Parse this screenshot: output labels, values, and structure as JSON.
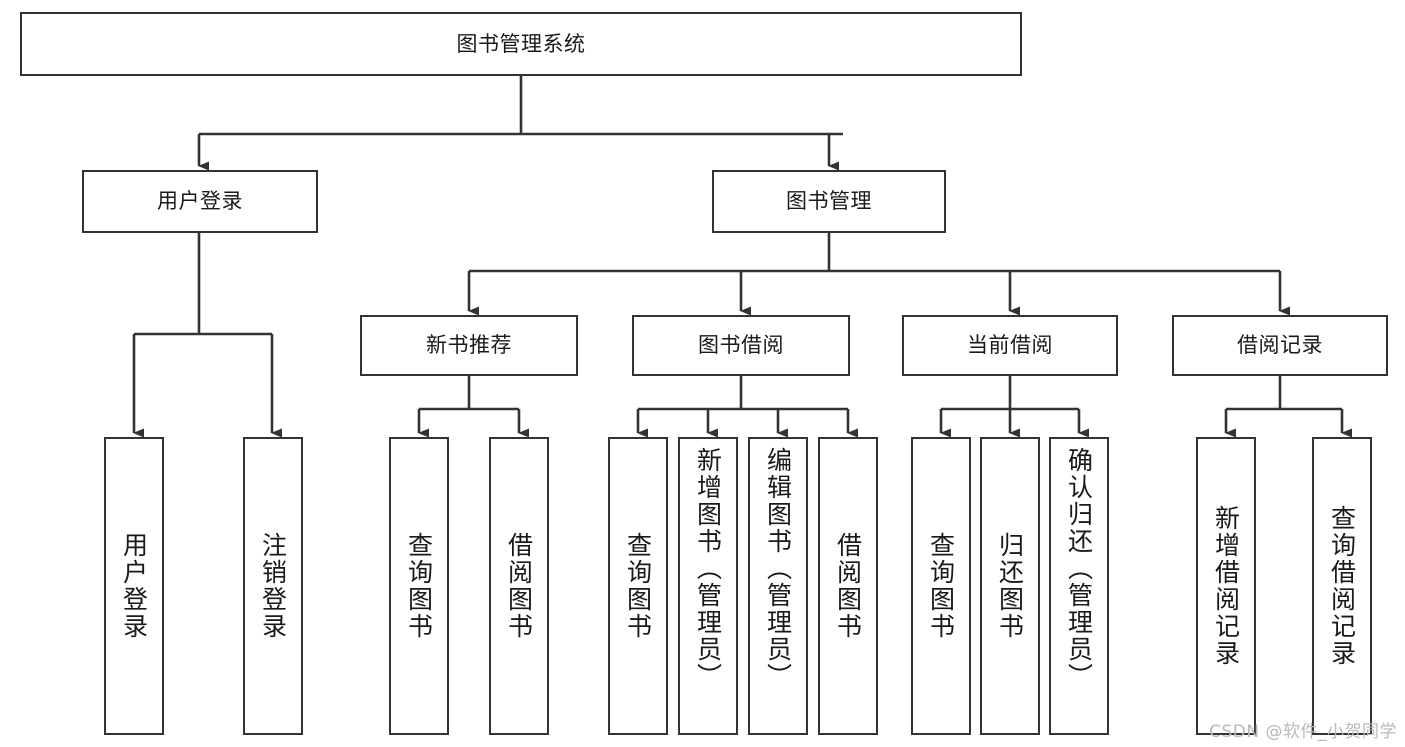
{
  "diagram": {
    "title": "图书管理系统",
    "type": "tree-hierarchy-diagram",
    "watermark": "CSDN @软件_小贺同学",
    "colors": {
      "box_border": "#333333",
      "box_fill": "#ffffff",
      "edge": "#333333",
      "text": "#1a1a1a",
      "watermark": "#b9b9b9"
    },
    "nodes": {
      "root": {
        "label": "图书管理系统",
        "level": 0
      },
      "user_login": {
        "label": "用户登录",
        "level": 1
      },
      "book_manage": {
        "label": "图书管理",
        "level": 1
      },
      "new_book_rec": {
        "label": "新书推荐",
        "level": 2
      },
      "book_borrow": {
        "label": "图书借阅",
        "level": 2
      },
      "current_borrow": {
        "label": "当前借阅",
        "level": 2
      },
      "borrow_record": {
        "label": "借阅记录",
        "level": 2
      },
      "leaf_user_login": {
        "label": "用户登录",
        "level": 2,
        "orientation": "vertical"
      },
      "leaf_logout": {
        "label": "注销登录",
        "level": 2,
        "orientation": "vertical"
      },
      "leaf_query_book_1": {
        "label": "查询图书",
        "level": 3,
        "orientation": "vertical"
      },
      "leaf_borrow_book_1": {
        "label": "借阅图书",
        "level": 3,
        "orientation": "vertical"
      },
      "leaf_query_book_2": {
        "label": "查询图书",
        "level": 3,
        "orientation": "vertical"
      },
      "leaf_add_book": {
        "label": "新增图书（管理员）",
        "level": 3,
        "orientation": "vertical"
      },
      "leaf_edit_book": {
        "label": "编辑图书（管理员）",
        "level": 3,
        "orientation": "vertical"
      },
      "leaf_borrow_book_2": {
        "label": "借阅图书",
        "level": 3,
        "orientation": "vertical"
      },
      "leaf_query_book_3": {
        "label": "查询图书",
        "level": 3,
        "orientation": "vertical"
      },
      "leaf_return_book": {
        "label": "归还图书",
        "level": 3,
        "orientation": "vertical"
      },
      "leaf_confirm_return": {
        "label": "确认归还（管理员）",
        "level": 3,
        "orientation": "vertical"
      },
      "leaf_add_record": {
        "label": "新增借阅记录",
        "level": 3,
        "orientation": "vertical"
      },
      "leaf_query_record": {
        "label": "查询借阅记录",
        "level": 3,
        "orientation": "vertical"
      }
    },
    "edges": [
      {
        "from": "root",
        "to": "user_login"
      },
      {
        "from": "root",
        "to": "book_manage"
      },
      {
        "from": "user_login",
        "to": "leaf_user_login"
      },
      {
        "from": "user_login",
        "to": "leaf_logout"
      },
      {
        "from": "book_manage",
        "to": "new_book_rec"
      },
      {
        "from": "book_manage",
        "to": "book_borrow"
      },
      {
        "from": "book_manage",
        "to": "current_borrow"
      },
      {
        "from": "book_manage",
        "to": "borrow_record"
      },
      {
        "from": "new_book_rec",
        "to": "leaf_query_book_1"
      },
      {
        "from": "new_book_rec",
        "to": "leaf_borrow_book_1"
      },
      {
        "from": "book_borrow",
        "to": "leaf_query_book_2"
      },
      {
        "from": "book_borrow",
        "to": "leaf_add_book"
      },
      {
        "from": "book_borrow",
        "to": "leaf_edit_book"
      },
      {
        "from": "book_borrow",
        "to": "leaf_borrow_book_2"
      },
      {
        "from": "current_borrow",
        "to": "leaf_query_book_3"
      },
      {
        "from": "current_borrow",
        "to": "leaf_return_book"
      },
      {
        "from": "current_borrow",
        "to": "leaf_confirm_return"
      },
      {
        "from": "borrow_record",
        "to": "leaf_add_record"
      },
      {
        "from": "borrow_record",
        "to": "leaf_query_record"
      }
    ]
  }
}
